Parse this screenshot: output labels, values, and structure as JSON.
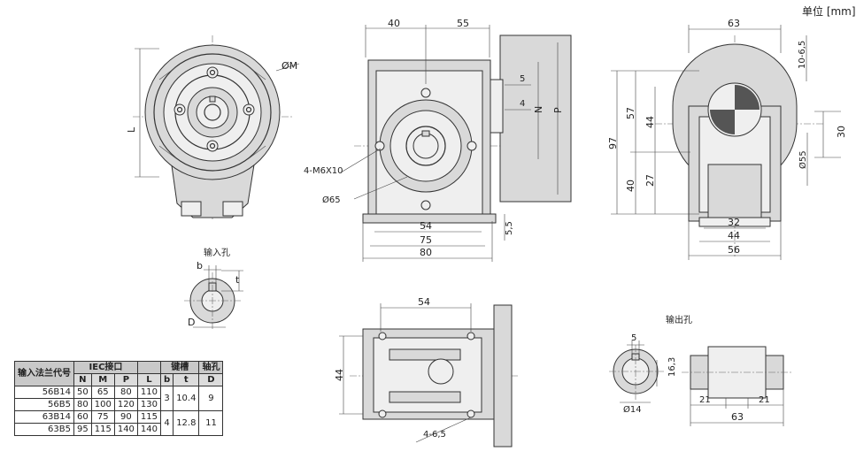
{
  "unit_label": "单位 [mm]",
  "front_view": {
    "m_label": "ØM",
    "l_label": "L"
  },
  "side_view": {
    "dims": {
      "top_left": "40",
      "top_right": "55",
      "bolts": "4-M6X10",
      "pcd": "Ø65",
      "n": "N",
      "p": "P",
      "key_5": "5",
      "key_4": "4",
      "b54": "54",
      "b75": "75",
      "b80": "80",
      "b55": "5,5"
    }
  },
  "end_view": {
    "dims": {
      "top": "63",
      "h97": "97",
      "h57": "57",
      "h44": "44",
      "h27": "27",
      "h40": "40",
      "d10": "10-6,5",
      "d30": "30",
      "d55": "Ø55",
      "w32": "32",
      "w44": "44",
      "w56": "56"
    }
  },
  "input_hole": {
    "title": "输入孔",
    "b": "b",
    "t": "t",
    "d": "D"
  },
  "bottom_view": {
    "dims": {
      "top": "54",
      "side": "44",
      "holes": "4-6,5"
    }
  },
  "output_hole": {
    "title": "输出孔",
    "dims": {
      "key": "5",
      "depth": "16,3",
      "dia": "Ø14",
      "l1": "21",
      "l2": "21",
      "total": "63"
    }
  },
  "table": {
    "h_flange": "输入法兰代号",
    "h_iec": "IEC接口",
    "h_key": "键槽",
    "h_shaft": "轴孔",
    "c_n": "N",
    "c_m": "M",
    "c_p": "P",
    "c_l": "L",
    "c_b": "b",
    "c_t": "t",
    "c_d": "D",
    "rows": [
      {
        "code": "56B14",
        "n": "50",
        "m": "65",
        "p": "80",
        "l": "110"
      },
      {
        "code": "56B5",
        "n": "80",
        "m": "100",
        "p": "120",
        "l": "130"
      },
      {
        "code": "63B14",
        "n": "60",
        "m": "75",
        "p": "90",
        "l": "115"
      },
      {
        "code": "63B5",
        "n": "95",
        "m": "115",
        "p": "140",
        "l": "140"
      }
    ],
    "group1": {
      "b": "3",
      "t": "10.4",
      "d": "9"
    },
    "group2": {
      "b": "4",
      "t": "12.8",
      "d": "11"
    }
  }
}
